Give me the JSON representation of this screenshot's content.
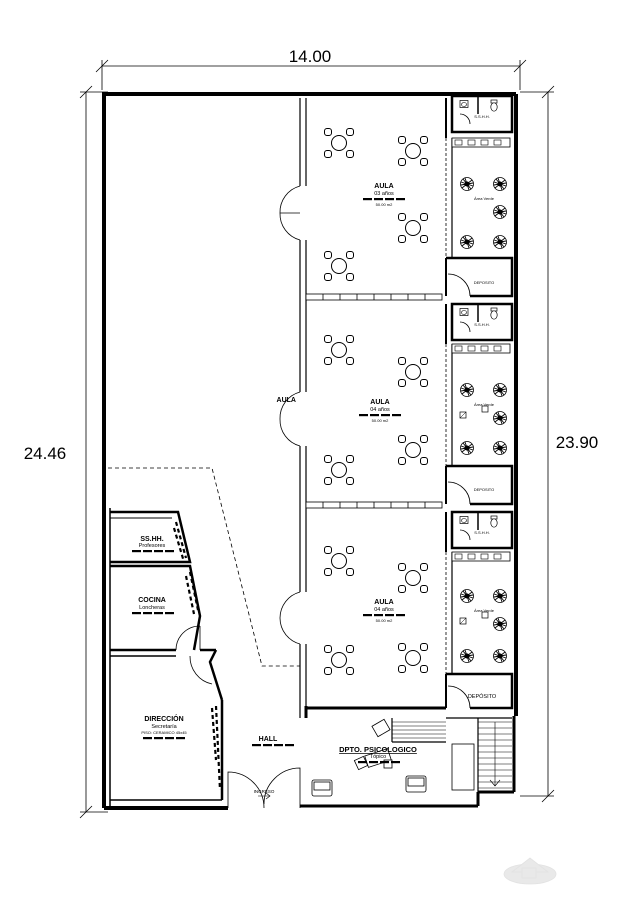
{
  "dimensions": {
    "top_width": "14.00",
    "left_height": "24.46",
    "right_height": "23.90"
  },
  "rooms": {
    "aula1": {
      "name": "AULA",
      "sub": "03 años",
      "area": "50.00 m2"
    },
    "aula2": {
      "name": "AULA",
      "sub": "04 años",
      "area": "50.00 m2"
    },
    "aula3": {
      "name": "AULA",
      "sub": "04 años",
      "area": "50.00 m2"
    },
    "aula2_left": {
      "name": "AULA"
    },
    "ss_hh_small": "S.S.H.H.",
    "area_verde": "Área Verde",
    "deposito": "DEPOSITO",
    "deposito_bottom": "DEPÓSITO",
    "ss_hh_prof": {
      "name": "SS.HH.",
      "sub": "Profesores"
    },
    "cocina": {
      "name": "COCINA",
      "sub": "Loncheras"
    },
    "direccion": {
      "name": "DIRECCIÓN",
      "sub": "Secretaría",
      "area": "PISO: CERAMICO 45x45"
    },
    "hall": {
      "name": "HALL"
    },
    "psico": {
      "name": "DPTO. PSICOLOGICO",
      "sub": "Tópico"
    },
    "ingreso": "INGRESO"
  }
}
